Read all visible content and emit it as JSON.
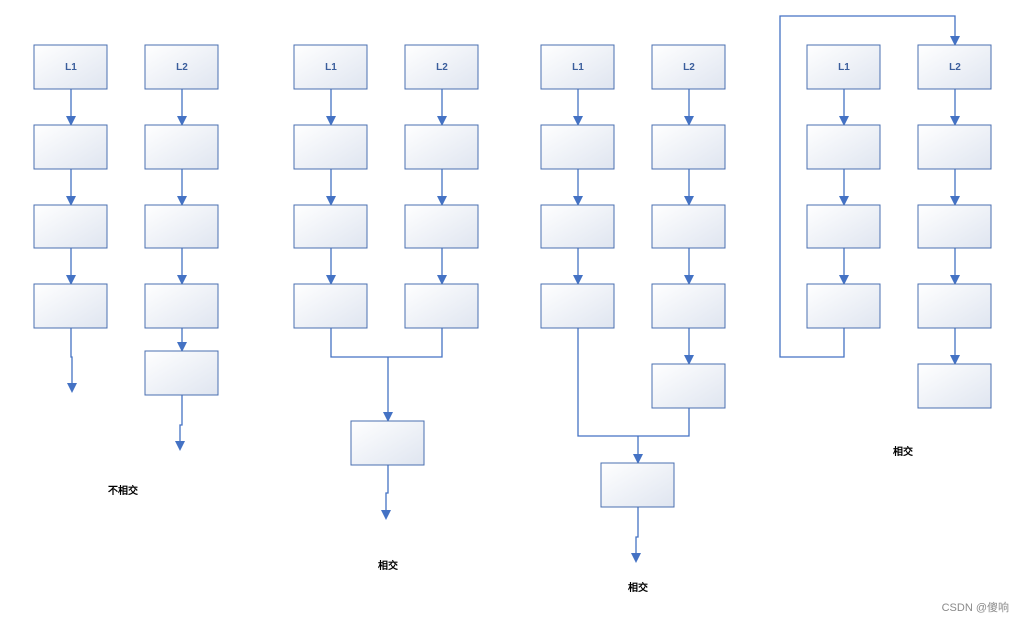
{
  "colors": {
    "line": "#4472c4",
    "node_border": "#4a6fb0",
    "node_fill_light": "#ffffff",
    "node_fill_dark": "#dfe5f0"
  },
  "labels": {
    "l1": "L1",
    "l2": "L2"
  },
  "captions": {
    "no_intersect": "不相交",
    "intersect": "相交"
  },
  "watermark": "CSDN @傻响"
}
